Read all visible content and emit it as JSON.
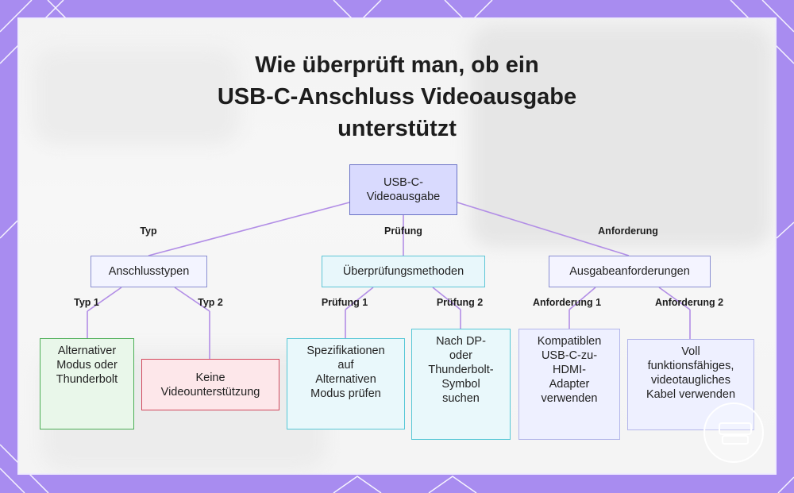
{
  "title_lines": [
    "Wie überprüft man, ob ein",
    "USB-C-Anschluss Videoausgabe",
    "unterstützt"
  ],
  "colors": {
    "frame": "#a88cf0",
    "line": "#b28ee6",
    "root_fill": "#d9dafe",
    "root_border": "#6a72c6",
    "type_fill": "#f3f4ff",
    "type_border": "#8a8fd2",
    "check_fill": "#e8f7fb",
    "check_border": "#5fc6d6",
    "req_fill": "#f4f4ff",
    "req_border": "#8a8fd2",
    "green_fill": "#e9f7ea",
    "green_border": "#4cae56",
    "red_fill": "#fde7ea",
    "red_border": "#d2485c",
    "cyan_fill": "#e9f8fb",
    "cyan_border": "#56c7d6",
    "lav_fill": "#eef0ff",
    "lav_border": "#b3b6ea"
  },
  "nodes": {
    "root": "USB-C-\nVideoausgabe",
    "anschlusstypen": "Anschlusstypen",
    "pruefmethoden": "Überprüfungsmethoden",
    "ausgabeanforderungen": "Ausgabeanforderungen",
    "alt_modus": "Alternativer\nModus oder\nThunderbolt",
    "keine": "Keine\nVideounterstützung",
    "spezifikationen": "Spezifikationen\nauf\nAlternativen\nModus prüfen",
    "symbol": "Nach DP-\noder\nThunderbolt-\nSymbol\nsuchen",
    "adapter": "Kompatiblen\nUSB-C-zu-\nHDMI-\nAdapter\nverwenden",
    "kabel": "Voll\nfunktionsfähiges,\nvideotaugliches\nKabel verwenden"
  },
  "edge_labels": {
    "typ": "Typ",
    "pruefung": "Prüfung",
    "anforderung": "Anforderung",
    "typ1": "Typ 1",
    "typ2": "Typ 2",
    "pruefung1": "Prüfung 1",
    "pruefung2": "Prüfung 2",
    "anforderung1": "Anforderung 1",
    "anforderung2": "Anforderung 2"
  },
  "icons": [
    "logo-icon"
  ]
}
